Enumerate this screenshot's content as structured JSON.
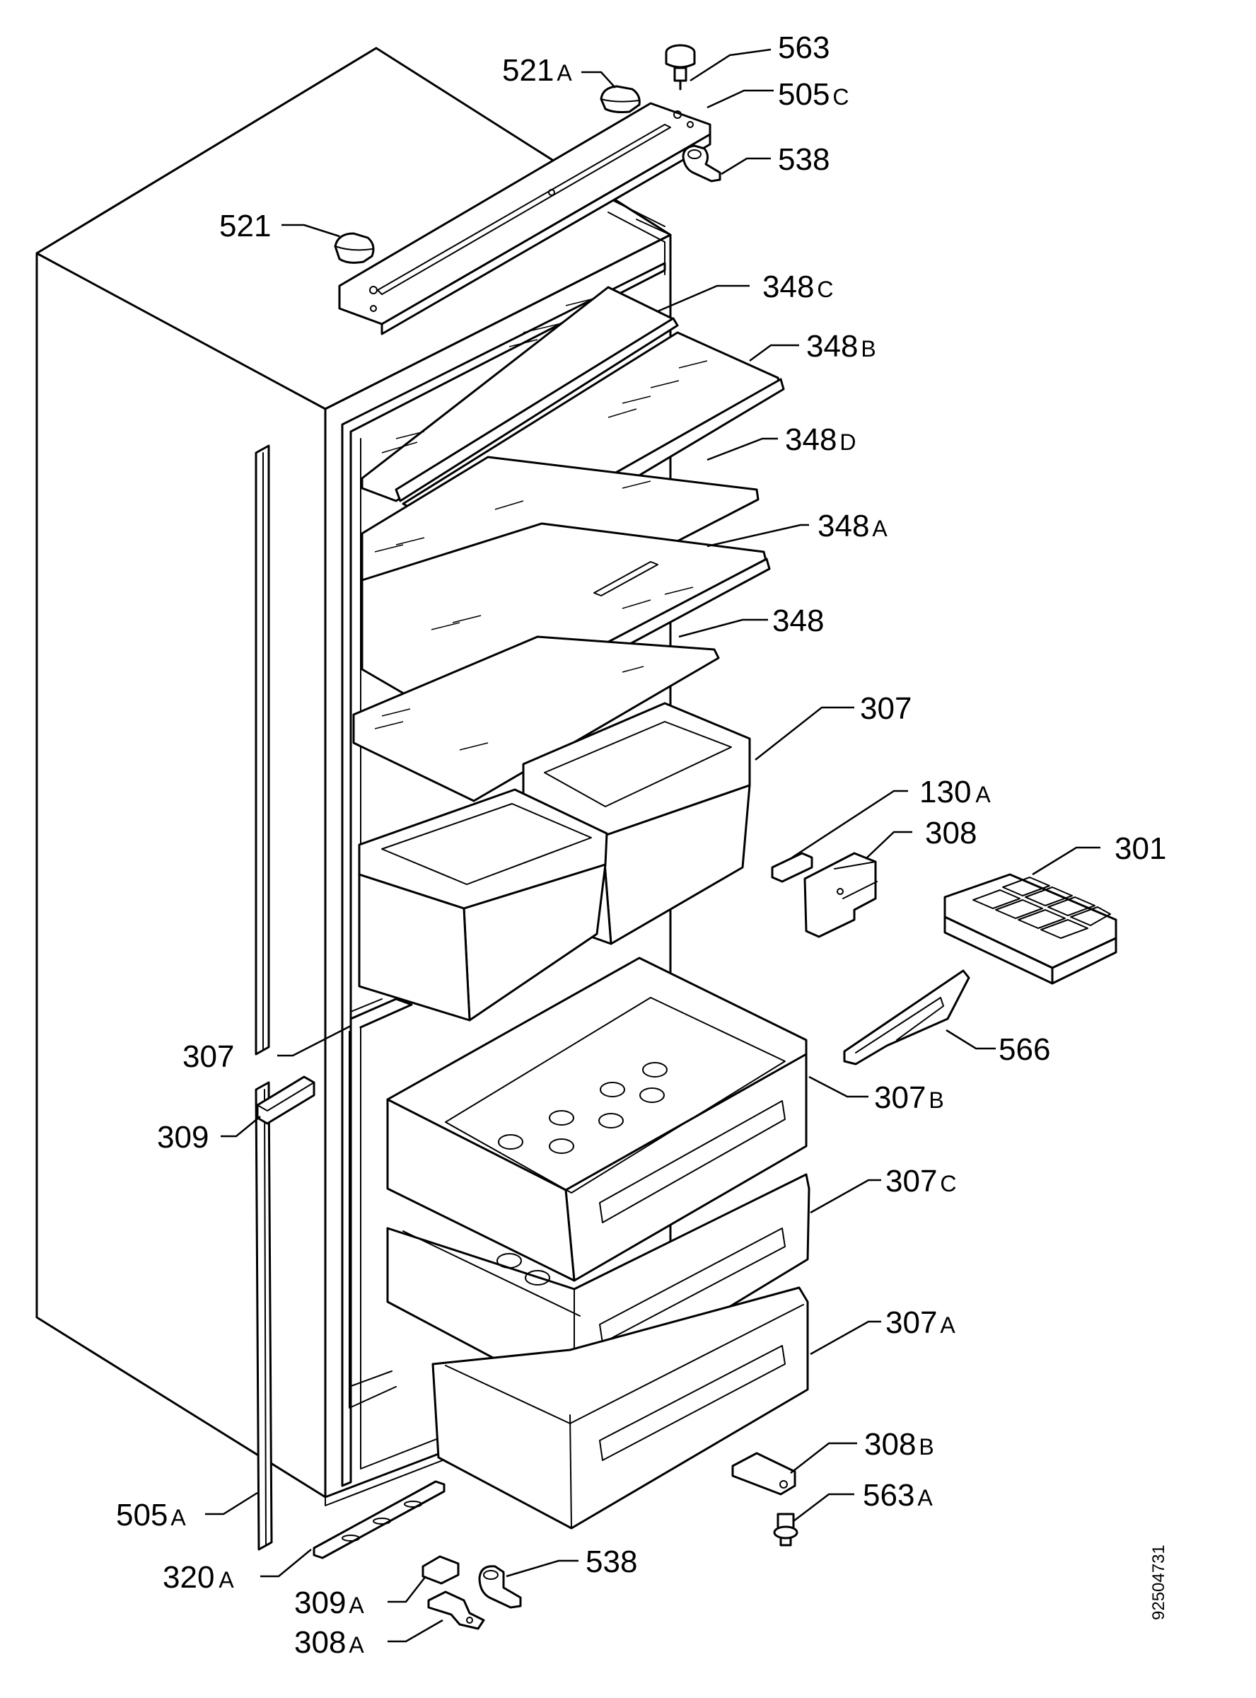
{
  "diagram": {
    "code": "92504731",
    "labels": {
      "p563": {
        "main": "563",
        "suffix": ""
      },
      "p521A": {
        "main": "521",
        "suffix": "A"
      },
      "p505C": {
        "main": "505",
        "suffix": "C"
      },
      "p538_top": {
        "main": "538",
        "suffix": ""
      },
      "p521": {
        "main": "521",
        "suffix": ""
      },
      "p348C": {
        "main": "348",
        "suffix": "C"
      },
      "p348B": {
        "main": "348",
        "suffix": "B"
      },
      "p348D": {
        "main": "348",
        "suffix": "D"
      },
      "p348A": {
        "main": "348",
        "suffix": "A"
      },
      "p348": {
        "main": "348",
        "suffix": ""
      },
      "p307_top": {
        "main": "307",
        "suffix": ""
      },
      "p130A": {
        "main": "130",
        "suffix": "A"
      },
      "p308": {
        "main": "308",
        "suffix": ""
      },
      "p301": {
        "main": "301",
        "suffix": ""
      },
      "p566": {
        "main": "566",
        "suffix": ""
      },
      "p307_left": {
        "main": "307",
        "suffix": ""
      },
      "p307B": {
        "main": "307",
        "suffix": "B"
      },
      "p309": {
        "main": "309",
        "suffix": ""
      },
      "p307C": {
        "main": "307",
        "suffix": "C"
      },
      "p307A": {
        "main": "307",
        "suffix": "A"
      },
      "p308B": {
        "main": "308",
        "suffix": "B"
      },
      "p563A": {
        "main": "563",
        "suffix": "A"
      },
      "p505A": {
        "main": "505",
        "suffix": "A"
      },
      "p320A": {
        "main": "320",
        "suffix": "A"
      },
      "p538_bottom": {
        "main": "538",
        "suffix": ""
      },
      "p309A": {
        "main": "309",
        "suffix": "A"
      },
      "p308A": {
        "main": "308",
        "suffix": "A"
      }
    }
  }
}
